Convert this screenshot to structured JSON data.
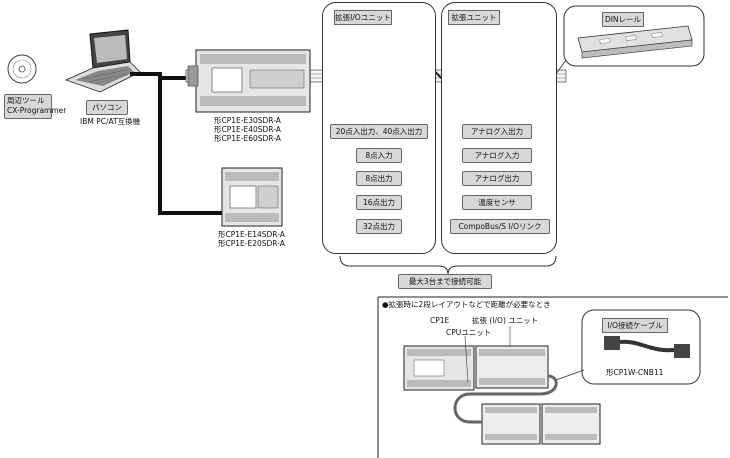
{
  "tool": {
    "label_line1": "周辺ツール",
    "label_line2": "CX-Programmer"
  },
  "pc": {
    "label": "パソコン",
    "sublabel": "IBM PC/AT互換機"
  },
  "cpu_top": {
    "models": [
      "形CP1E-E30SDR-A",
      "形CP1E-E40SDR-A",
      "形CP1E-E60SDR-A"
    ]
  },
  "cpu_bottom": {
    "models": [
      "形CP1E-E14SDR-A",
      "形CP1E-E20SDR-A"
    ]
  },
  "io_unit_panel": {
    "title": "拡張I/Oユニット",
    "items": [
      "20点入出力、40点入出力",
      "8点入力",
      "8点出力",
      "16点出力",
      "32点出力"
    ]
  },
  "ext_unit_panel": {
    "title": "拡張ユニット",
    "items": [
      "アナログ入出力",
      "アナログ入力",
      "アナログ出力",
      "温度センサ",
      "CompoBus/S  I/Oリンク"
    ]
  },
  "din_rail": {
    "label": "DINレール"
  },
  "max_note": "最大3台まで接続可能",
  "bottom_section": {
    "title": "●拡張時に2段レイアウトなどで距離が必要なとき",
    "cpu_label_line1": "CP1E",
    "cpu_label_line2": "CPUユニット",
    "io_label": "拡張 (I/O) ユニット",
    "cable_header": "I/O接続ケーブル",
    "cable_model": "形CP1W-CNB11"
  }
}
